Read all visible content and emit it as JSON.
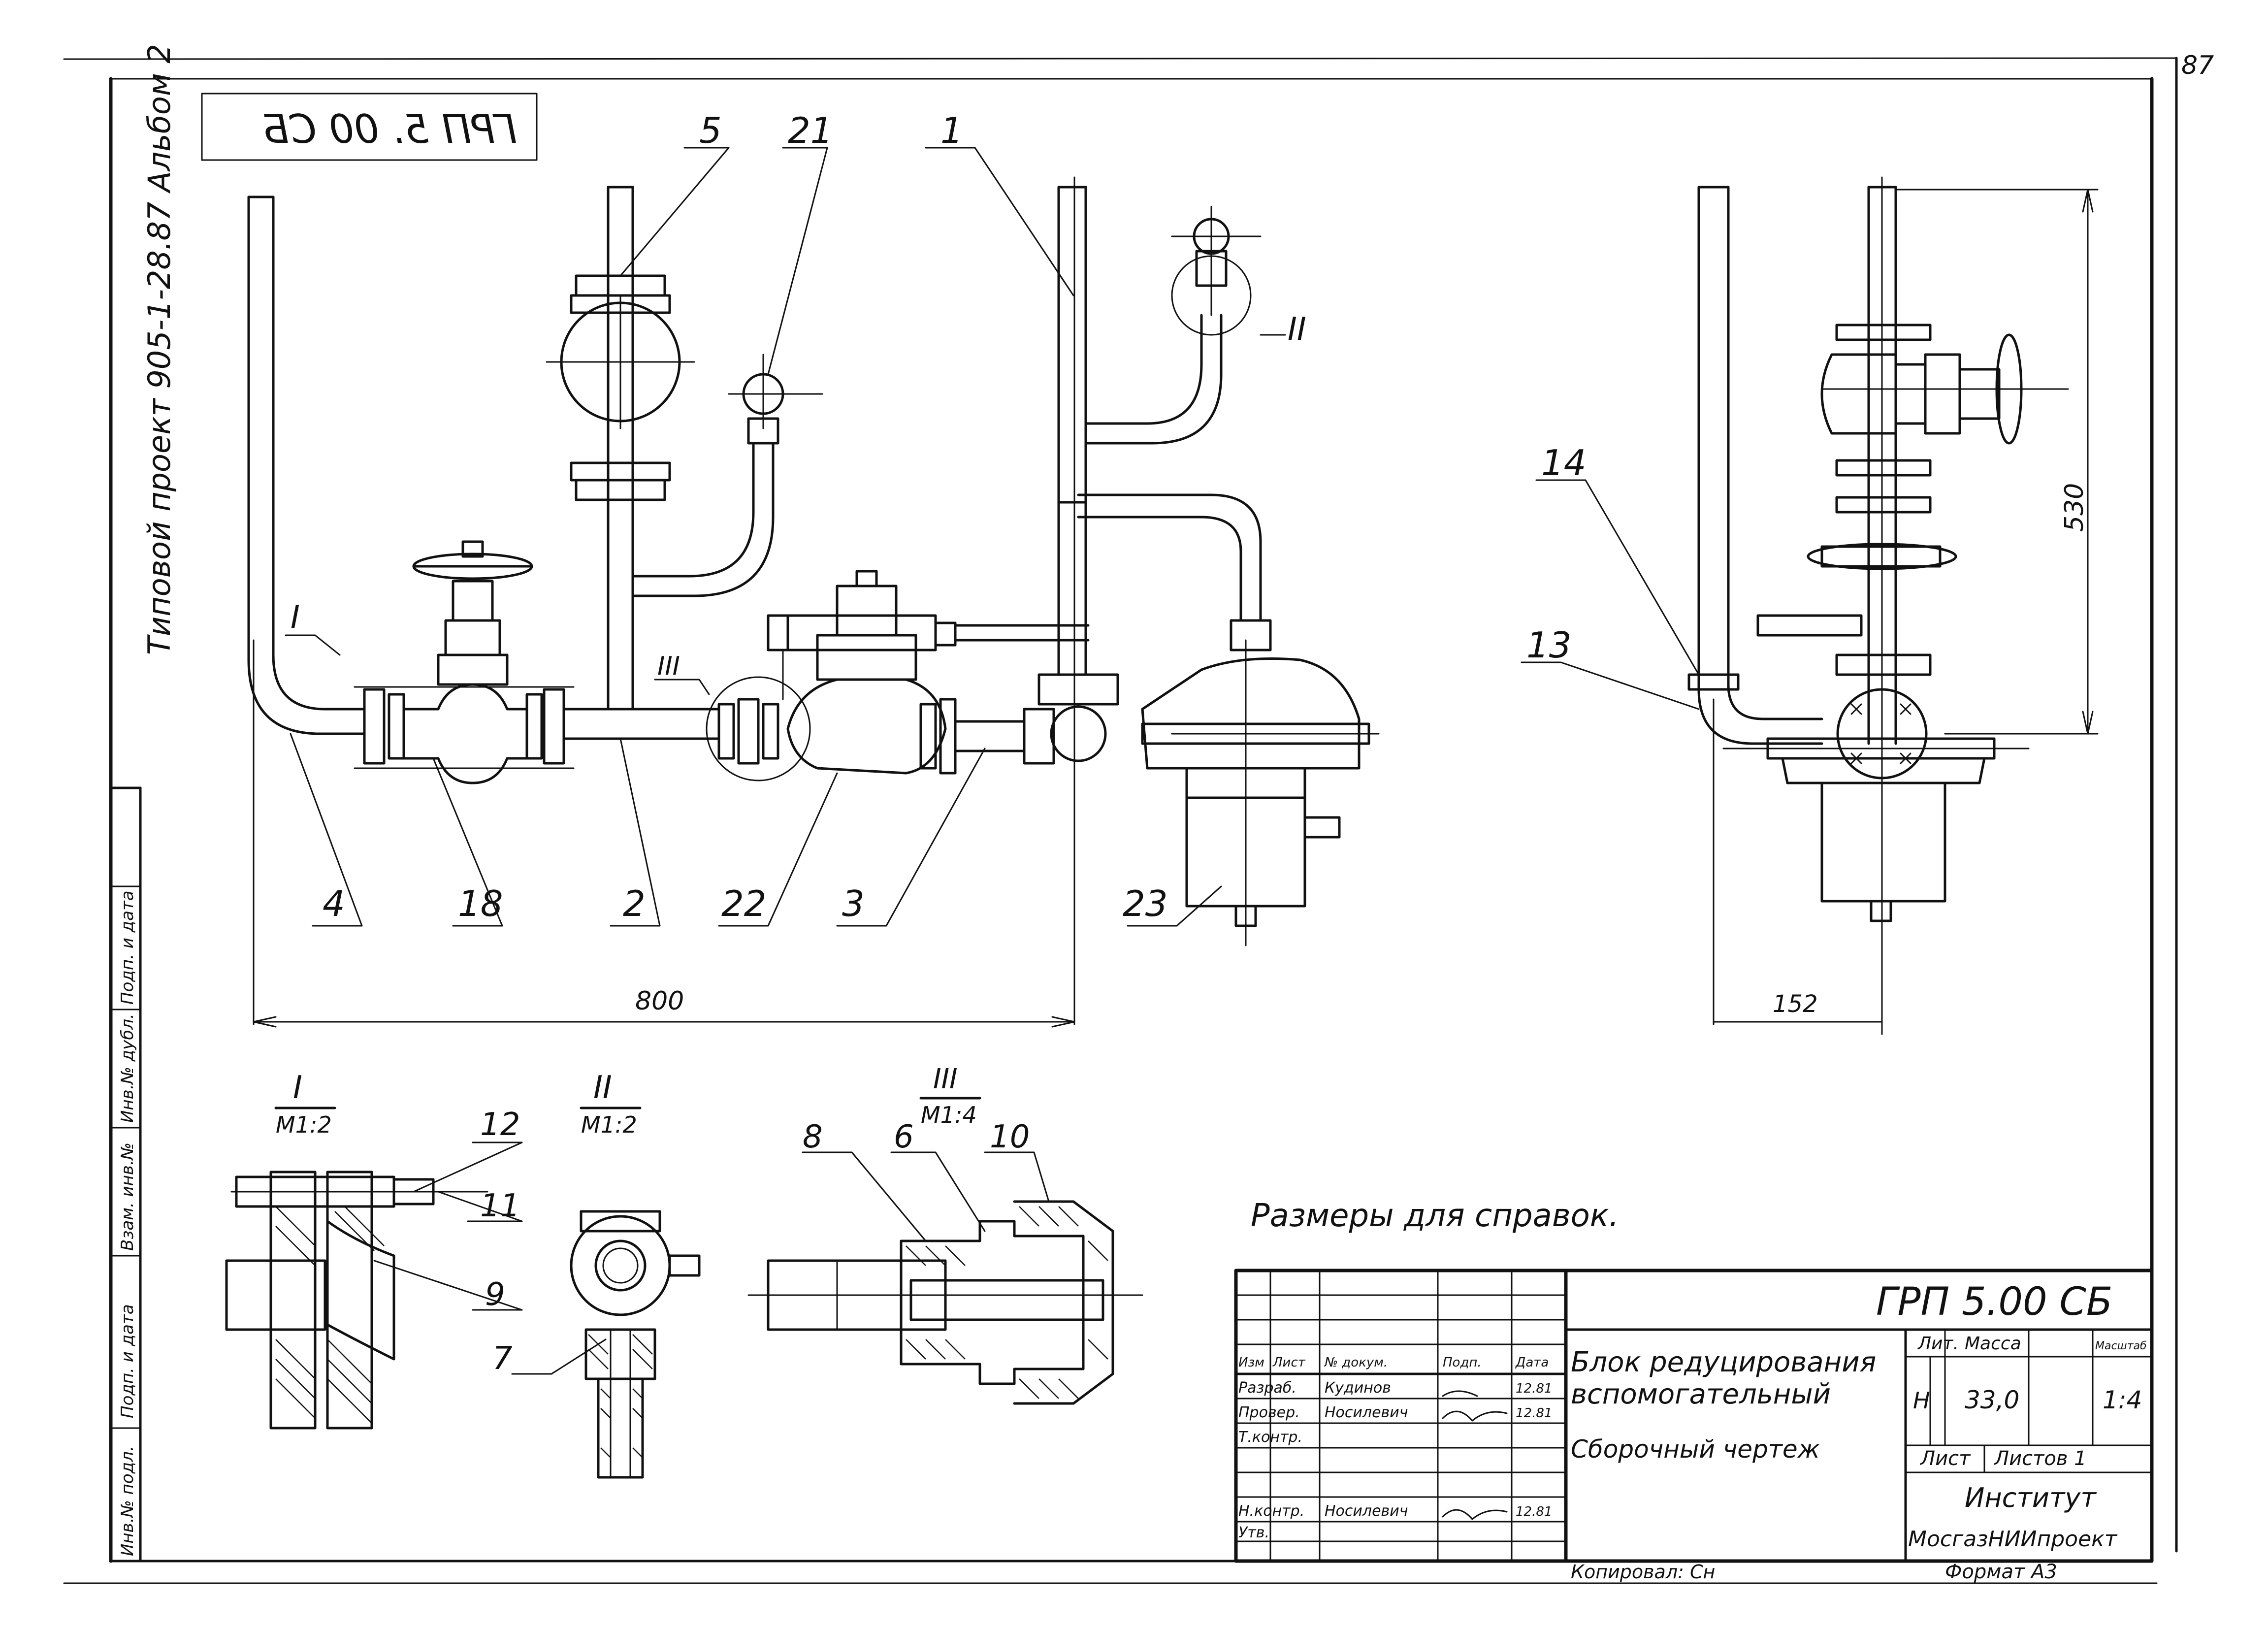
{
  "sheet_number": "87",
  "stamp_mirrored": "ГРП 5. 00 СБ",
  "side_project_label": "Типовой проект 905-1-28.87 Альбом 2",
  "left_column_labels": [
    "Инв.№ подл.",
    "Подп. и дата",
    "Взам. инв.№",
    "Инв.№ дубл.",
    "Подп. и дата"
  ],
  "callouts": {
    "c5": "5",
    "c21": "21",
    "c1": "1",
    "cII": "II",
    "cI": "I",
    "cIII": "III",
    "c4": "4",
    "c18": "18",
    "c2": "2",
    "c22": "22",
    "c3": "3",
    "c23": "23",
    "c14": "14",
    "c13": "13"
  },
  "dimensions": {
    "length": "800",
    "height": "530",
    "offset": "152"
  },
  "details": {
    "d1_title": "I",
    "d1_scale": "М1:2",
    "d2_title": "II",
    "d2_scale": "М1:2",
    "d3_title": "III",
    "d3_scale": "М1:4",
    "n12": "12",
    "n11": "11",
    "n9": "9",
    "n7": "7",
    "n8": "8",
    "n6": "6",
    "n10": "10"
  },
  "note": "Размеры для справок.",
  "title_block": {
    "code": "ГРП 5.00 СБ",
    "name_line1": "Блок редуцирования",
    "name_line2": "вспомогательный",
    "name_line3": "Сборочный чертеж",
    "hdr_izm": "Изм",
    "hdr_list": "Лист",
    "hdr_doc": "№ докум.",
    "hdr_podp": "Подп.",
    "hdr_data": "Дата",
    "row_razrab": "Разраб.",
    "razrab_name": "Кудинов",
    "razrab_date": "12.81",
    "row_prover": "Провер.",
    "prover_name": "Носилевич",
    "prover_date": "12.81",
    "row_tkontr": "Т.контр.",
    "row_nkontr": "Н.контр.",
    "nkontr_name": "Носилевич",
    "nkontr_date": "12.81",
    "row_utv": "Утв.",
    "hdr_lit": "Лит.",
    "hdr_massa": "Масса",
    "hdr_masshtab": "Масштаб",
    "lit": "Н",
    "massa": "33,0",
    "masshtab": "1:4",
    "list_label": "Лист",
    "listov_label": "Листов 1",
    "org_line1": "Институт",
    "org_line2": "МосгазНИИпроект"
  },
  "copied": "Копировал: Сн",
  "format": "Формат А3"
}
